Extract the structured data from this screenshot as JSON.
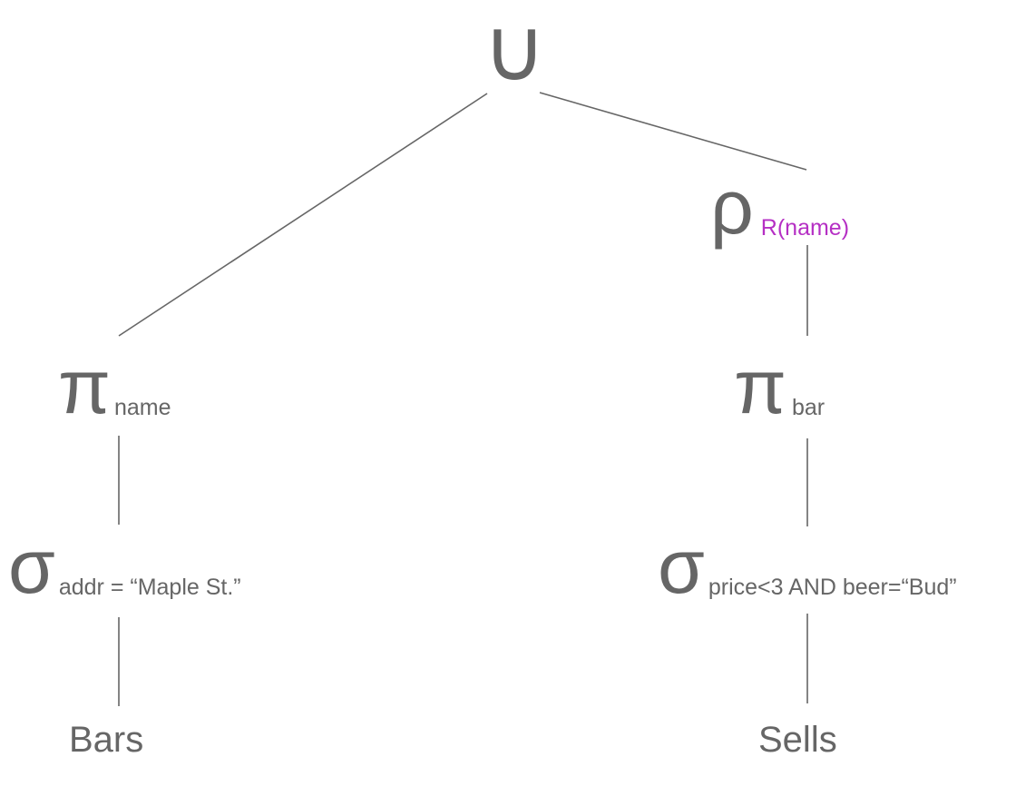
{
  "diagram": {
    "root": {
      "symbol": "∪"
    },
    "left_branch": {
      "project": {
        "symbol": "π",
        "subscript": "name"
      },
      "select": {
        "symbol": "σ",
        "subscript": "addr = “Maple St.”"
      },
      "relation": "Bars"
    },
    "right_branch": {
      "rename": {
        "symbol": "ρ",
        "subscript": "R(name)"
      },
      "project": {
        "symbol": "π",
        "subscript": "bar"
      },
      "select": {
        "symbol": "σ",
        "subscript": "price<3 AND beer=“Bud”"
      },
      "relation": "Sells"
    },
    "colors": {
      "text": "#666666",
      "edges": "#666666",
      "rename_subscript": "#b52fc4"
    }
  }
}
